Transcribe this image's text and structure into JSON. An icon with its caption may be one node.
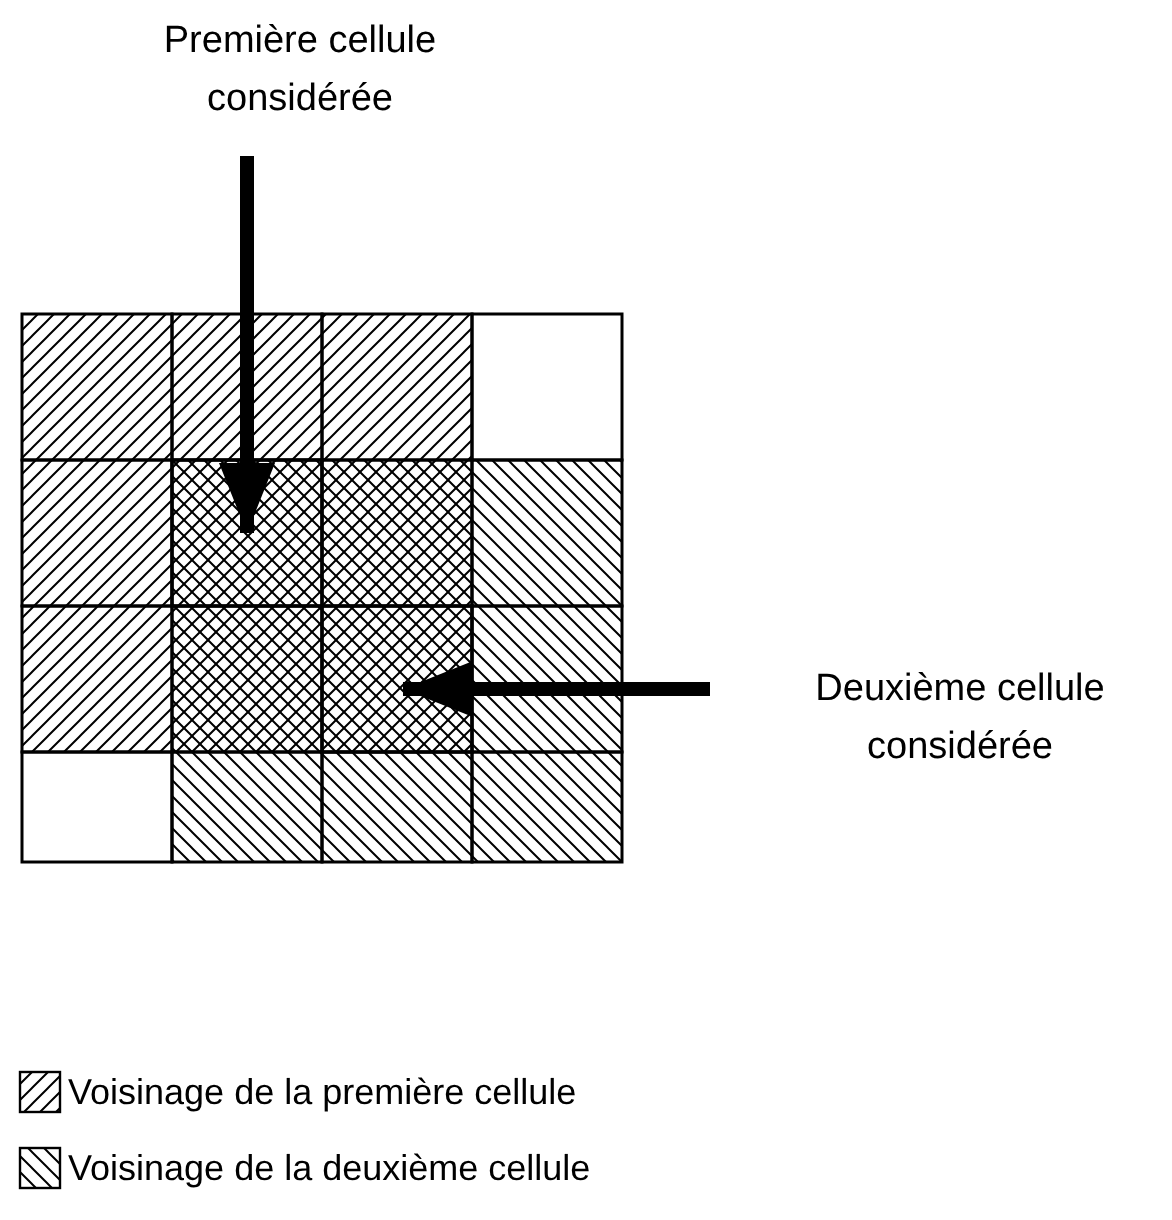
{
  "diagram": {
    "nodes": [
      {
        "text": [
          "Première cellule considérée"
        ]
      },
      {
        "text": [],
        "shape": "box"
      },
      {
        "text": [],
        "shape": "box"
      },
      {
        "text": [
          "Deuxième cellule considérée"
        ]
      }
    ],
    "edges": [
      {
        "from": 0,
        "to": 1,
        "arrow": "to"
      },
      {
        "from": 3,
        "to": 2,
        "arrow": "to"
      }
    ],
    "legend": [
      {
        "text": "Voisinage de la première cellule"
      },
      {
        "text": "Voisinage de la deuxième cellule"
      }
    ]
  }
}
